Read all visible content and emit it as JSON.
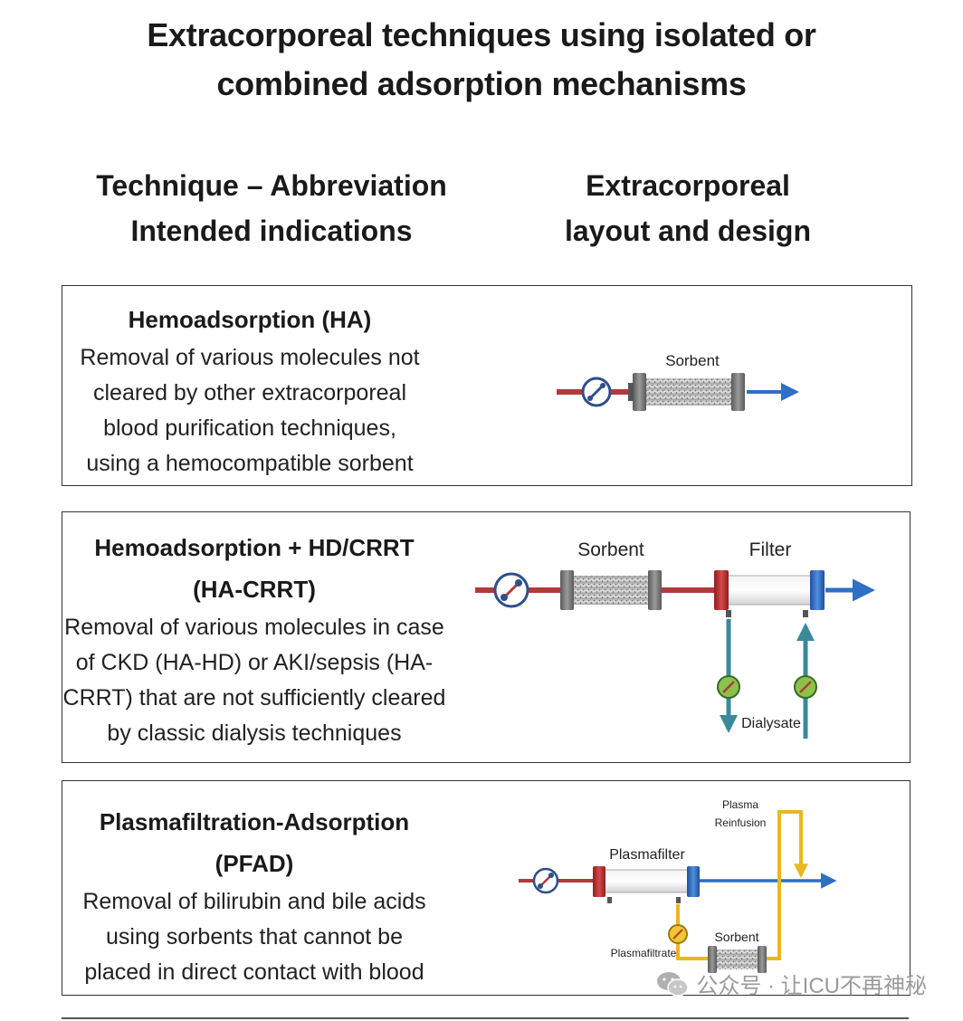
{
  "title": {
    "line1": "Extracorporeal techniques using isolated or",
    "line2": "combined adsorption mechanisms"
  },
  "columns": {
    "left_line1": "Technique – Abbreviation",
    "left_line2": "Intended indications",
    "right_line1": "Extracorporeal",
    "right_line2": "layout and design"
  },
  "panels": [
    {
      "title": "Hemoadsorption  (HA)",
      "desc": [
        "Removal of various molecules not",
        "cleared by other extracorporeal",
        "blood purification techniques,",
        "using a hemocompatible sorbent"
      ],
      "labels": {
        "sorbent": "Sorbent"
      }
    },
    {
      "title_line1": "Hemoadsorption  + HD/CRRT",
      "title_line2": "(HA-CRRT)",
      "desc": [
        "Removal of various molecules in case",
        "of CKD (HA-HD) or AKI/sepsis (HA-",
        "CRRT) that are not sufficiently cleared",
        "by classic dialysis techniques"
      ],
      "labels": {
        "sorbent": "Sorbent",
        "filter": "Filter",
        "dialysate": "Dialysate"
      }
    },
    {
      "title_line1": "Plasmafiltration-Adsorption",
      "title_line2": "(PFAD)",
      "desc": [
        "Removal of bilirubin and bile acids",
        "using sorbents that cannot be",
        "placed in direct contact with blood"
      ],
      "labels": {
        "plasmafilter": "Plasmafilter",
        "plasma": "Plasma",
        "reinfusion": "Reinfusion",
        "sorbent": "Sorbent",
        "plasmafiltrate": "Plasmafiltrate"
      }
    }
  ],
  "watermark": {
    "text": "公众号 · 让ICU不再神秘",
    "icon": "wechat-icon"
  },
  "colors": {
    "blood_in": "#b23a3a",
    "blood_out": "#2f6fc4",
    "dialysate": "#3a8a9a",
    "plasma": "#e8b820"
  }
}
